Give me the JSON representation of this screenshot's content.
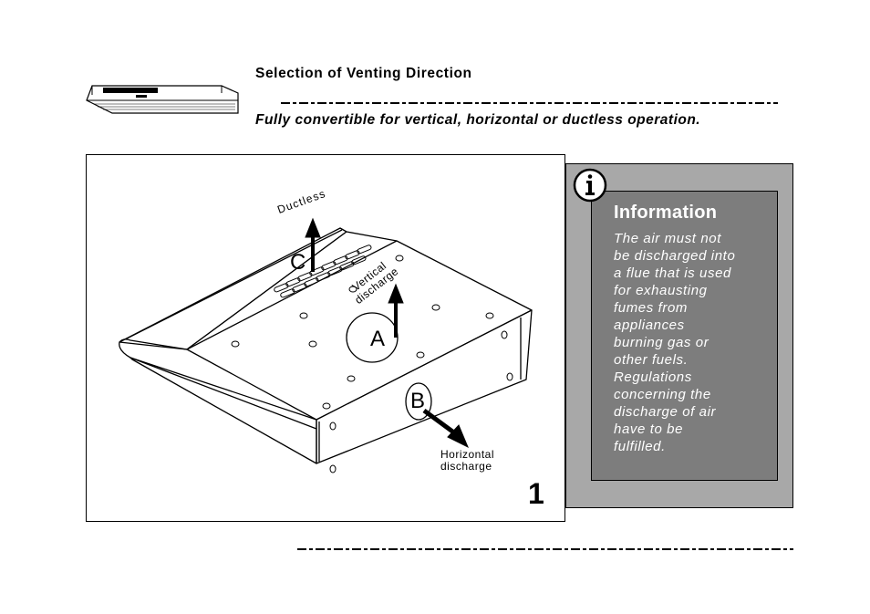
{
  "header": {
    "title": "Selection of Venting Direction",
    "subtitle": "Fully convertible for vertical, horizontal or ductless operation."
  },
  "figure": {
    "label_ductless": "Ductless",
    "label_vertical_line1": "Vertical",
    "label_vertical_line2": "discharge",
    "label_horizontal_line1": "Horizontal",
    "label_horizontal_line2": "discharge",
    "letter_a": "A",
    "letter_b": "B",
    "letter_c": "C",
    "figure_number": "1"
  },
  "info": {
    "icon": "info-icon",
    "title": "Information",
    "body": "The air must not\nbe discharged into\na flue that is used\nfor exhausting\nfumes from\nappliances\nburning gas or\nother fuels.\nRegulations\nconcerning the\ndischarge of air\nhave to be\nfulfilled."
  },
  "colors": {
    "panel_outer": "#a8a8a8",
    "panel_inner": "#7d7d7d",
    "info_text": "#ffffff"
  }
}
